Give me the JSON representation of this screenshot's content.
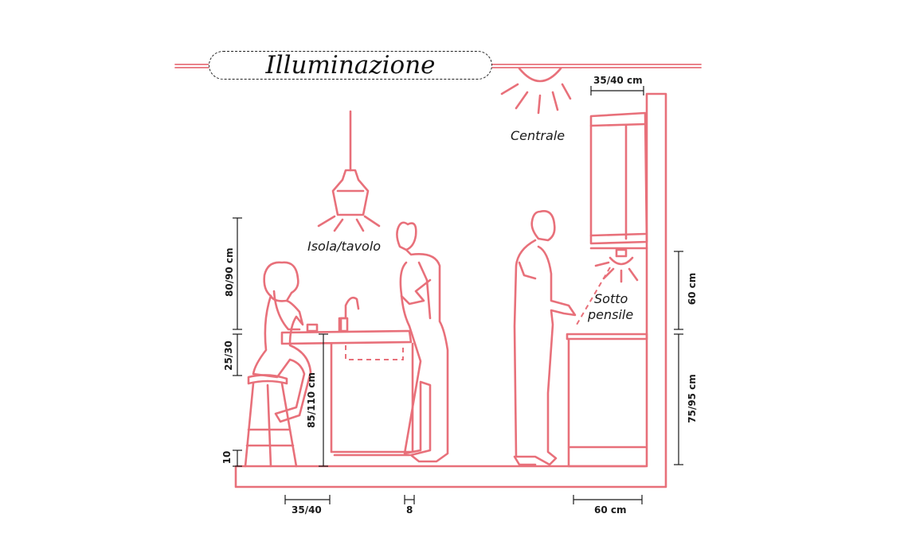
{
  "title": "Illuminazione",
  "labels": {
    "central": "Centrale",
    "island": "Isola/tavolo",
    "under_cabinet_line1": "Sotto",
    "under_cabinet_line2": "pensile"
  },
  "dimensions": {
    "pendant_height": "80/90 cm",
    "table_to_seat": "25/30",
    "seat_height": "85/110 cm",
    "footrest": "10",
    "stool_depth": "35/40",
    "overhang": "8",
    "cabinet_depth_top": "35/40 cm",
    "worktop_to_cabinet": "60 cm",
    "worktop_height": "75/95 cm",
    "base_depth": "60 cm"
  },
  "colors": {
    "sketch": "#e8707a",
    "text": "#1a1a1a"
  }
}
